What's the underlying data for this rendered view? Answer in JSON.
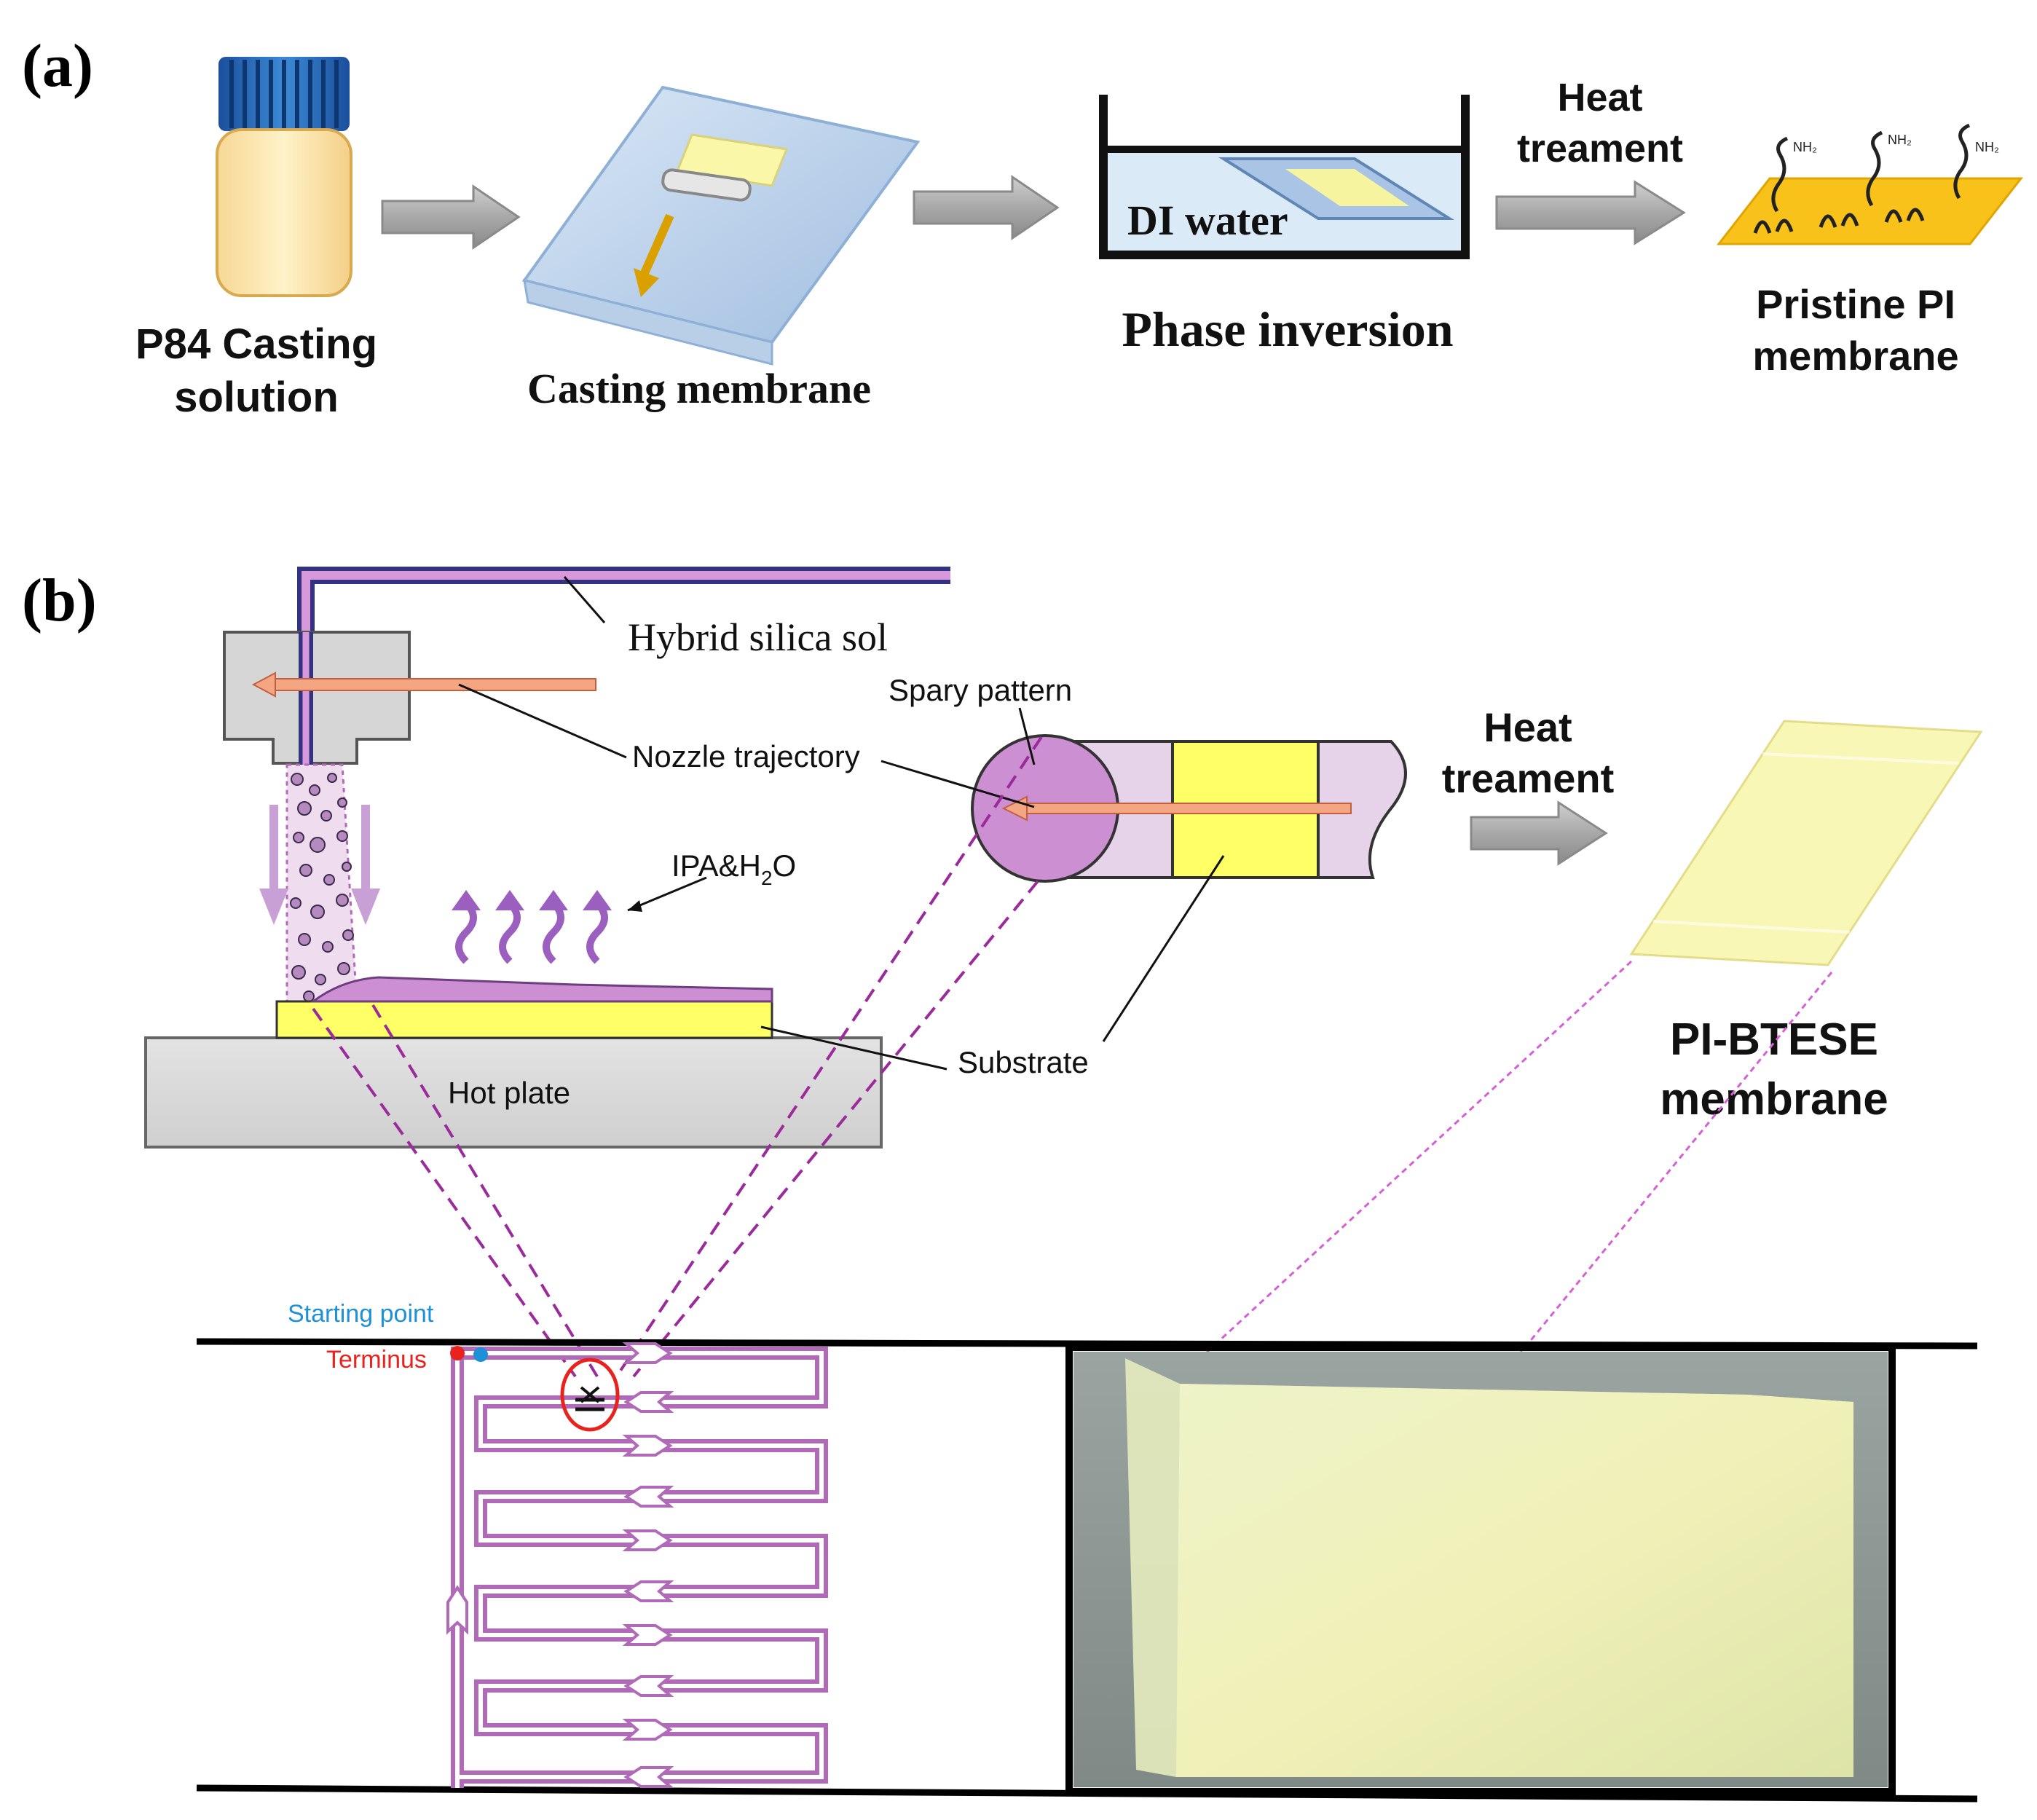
{
  "panel_a": {
    "label": "(a)",
    "step1": {
      "line1": "P84 Casting",
      "line2": "solution"
    },
    "step2": {
      "label": "Casting membrane"
    },
    "step3": {
      "inner_text": "DI water",
      "label": "Phase inversion"
    },
    "arrow3": {
      "line1": "Heat",
      "line2": "treament"
    },
    "step4": {
      "line1": "Pristine PI",
      "line2": "membrane",
      "chem_label": "NH₂"
    }
  },
  "panel_b": {
    "label": "(b)",
    "hybrid_silica_sol": "Hybrid silica sol",
    "spray_pattern": "Spary pattern",
    "nozzle_trajectory": "Nozzle trajectory",
    "ipa_prefix": "IPA&H",
    "ipa_sub": "2",
    "ipa_suffix": "O",
    "substrate": "Substrate",
    "hot_plate": "Hot plate",
    "heat_line1": "Heat",
    "heat_line2": "treament",
    "product_line1": "PI-BTESE",
    "product_line2": "membrane",
    "starting_point": "Starting point",
    "terminus": "Terminus"
  },
  "colors": {
    "arrow_gray": "#a6a6a6",
    "path_purple": "#b06ab8",
    "sol_purple": "#cc8fd2",
    "substrate_yellow": "#ffff66",
    "membrane_yellow": "#f5f2b0",
    "starting_point_blue": "#1e90d8",
    "terminus_red": "#e8221c",
    "nozzle_orange": "#f4a582"
  }
}
